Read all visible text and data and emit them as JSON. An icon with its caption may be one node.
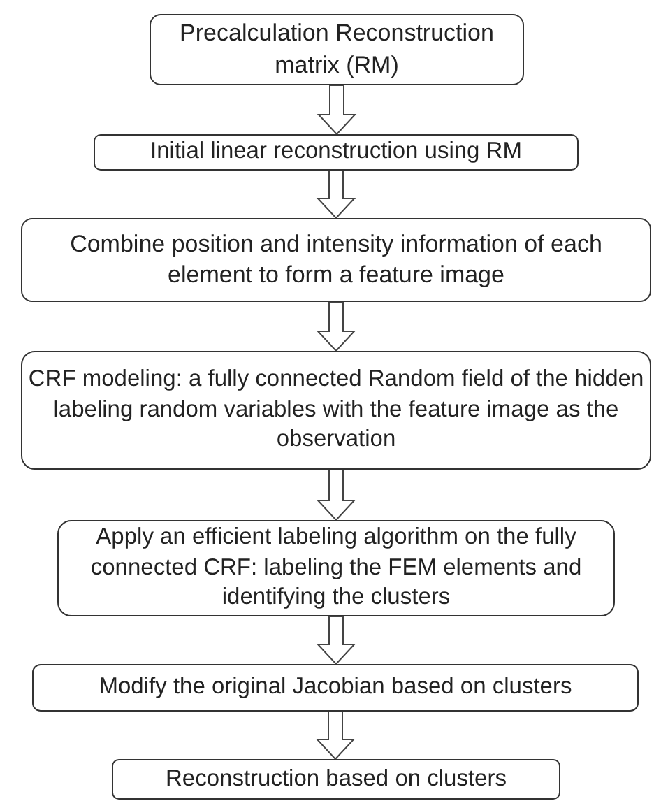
{
  "diagram": {
    "nodes": [
      {
        "text": [
          "Precalculation Reconstruction matrix (RM)"
        ]
      },
      {
        "text": [
          "Initial linear reconstruction using RM"
        ]
      },
      {
        "text": [
          "Combine position and intensity information of each element to form a feature image"
        ]
      },
      {
        "text": [
          "CRF modeling: a fully connected Random field of the hidden labeling random variables with the feature image as the observation"
        ]
      },
      {
        "text": [
          "Apply an efficient labeling algorithm on the fully connected CRF: labeling the FEM elements and identifying the clusters"
        ]
      },
      {
        "text": [
          "Modify the original Jacobian based on clusters"
        ]
      },
      {
        "text": [
          "Reconstruction based on clusters"
        ]
      }
    ],
    "edges": [
      {
        "from": 0,
        "to": 1,
        "arrow": "to"
      },
      {
        "from": 1,
        "to": 2,
        "arrow": "to"
      },
      {
        "from": 2,
        "to": 3,
        "arrow": "to"
      },
      {
        "from": 3,
        "to": 4,
        "arrow": "to"
      },
      {
        "from": 4,
        "to": 5,
        "arrow": "to"
      },
      {
        "from": 5,
        "to": 6,
        "arrow": "to"
      }
    ]
  }
}
